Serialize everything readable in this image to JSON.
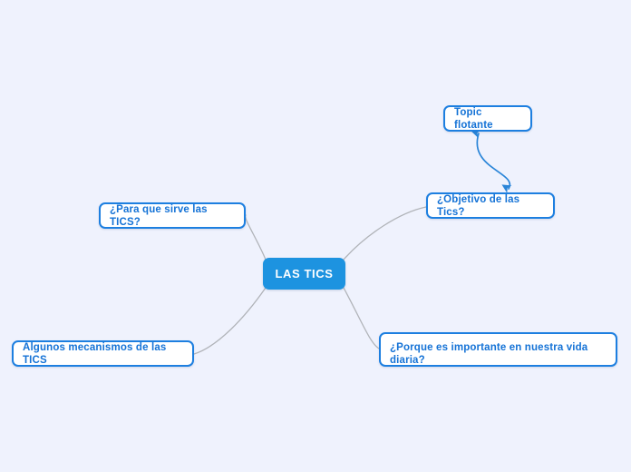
{
  "document": {
    "type": "mind-map",
    "title": "LAS TICS",
    "background_color": "#eff2fd"
  },
  "colors": {
    "accent_blue": "#1d93e0",
    "border_blue": "#1d7fe0",
    "text_blue": "#1472d6",
    "edge_gray": "#b0b3b8",
    "arrow_blue": "#2a85d8",
    "node_fill_white": "#ffffff",
    "central_text": "#ffffff"
  },
  "nodes": {
    "central": {
      "label": "LAS TICS",
      "shape": "rounded-rect",
      "fill": "#1d93e0"
    },
    "para_que": {
      "label": "¿Para que sirve las TICS?"
    },
    "objetivo": {
      "label": "¿Objetivo de las Tics?"
    },
    "flotante": {
      "label": "Topic flotante"
    },
    "mecanismos": {
      "label": "Algunos mecanismos de las TICS"
    },
    "porque": {
      "label": "¿Porque es importante en nuestra vida diaria?"
    }
  },
  "edges": [
    {
      "from": "central",
      "to": "para_que",
      "style": "curve",
      "color": "#b0b3b8"
    },
    {
      "from": "central",
      "to": "objetivo",
      "style": "curve",
      "color": "#b0b3b8"
    },
    {
      "from": "central",
      "to": "mecanismos",
      "style": "curve",
      "color": "#b0b3b8"
    },
    {
      "from": "central",
      "to": "porque",
      "style": "curve",
      "color": "#b0b3b8"
    }
  ],
  "relationships": [
    {
      "from": "objetivo",
      "to": "flotante",
      "style": "s-curve",
      "color": "#2a85d8",
      "arrow_start": true,
      "arrow_end": true
    }
  ]
}
